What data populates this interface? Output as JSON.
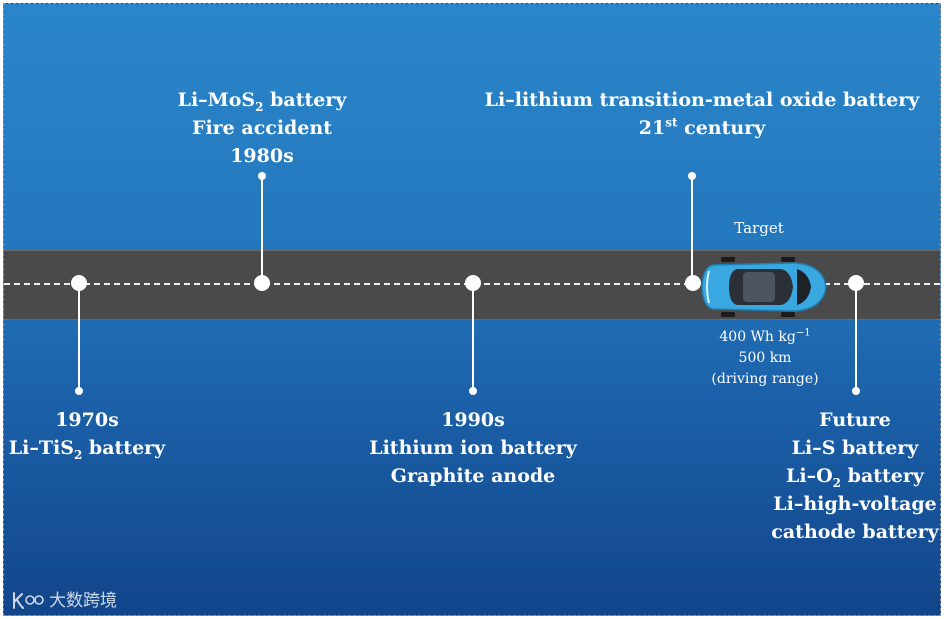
{
  "milestones": {
    "m1970": {
      "line1": "1970s",
      "line2_pre": "Li–TiS",
      "line2_sub": "2",
      "line2_post": " battery"
    },
    "m1980": {
      "line1_pre": "Li–MoS",
      "line1_sub": "2",
      "line1_post": " battery",
      "line2": "Fire accident",
      "line3": "1980s"
    },
    "m1990": {
      "line1": "1990s",
      "line2": "Lithium ion battery",
      "line3": "Graphite anode"
    },
    "m21st": {
      "line1": "Li–lithium transition-metal oxide battery",
      "line2_pre": "21",
      "line2_sup": "st",
      "line2_post": " century"
    },
    "future": {
      "line1": "Future",
      "line2": "Li–S battery",
      "line3_pre": "Li–O",
      "line3_sub": "2",
      "line3_post": " battery",
      "line4": "Li–high-voltage",
      "line5": "cathode battery"
    }
  },
  "target": {
    "label": "Target",
    "energy_pre": "400 Wh kg",
    "energy_sup": "−1",
    "range": "500 km",
    "range_note": "(driving range)"
  },
  "watermark": {
    "text": "大数跨境"
  },
  "colors": {
    "car": "#3aa8e0",
    "road": "#4a4a4a",
    "background_top": "#2b86c9",
    "background_bottom": "#12458a"
  }
}
